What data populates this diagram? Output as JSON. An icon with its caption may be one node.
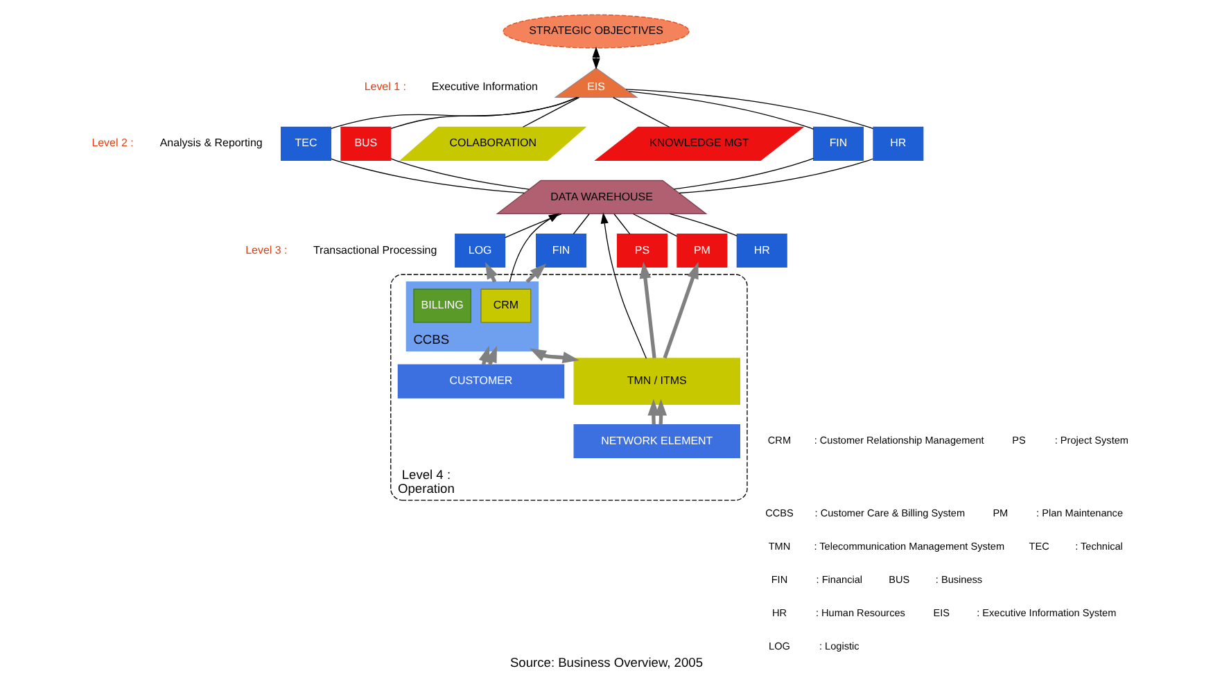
{
  "diagram": {
    "caption": "Source: Business Overview, 2005",
    "nodes": [
      {
        "text": [
          "STRATEGIC OBJECTIVES"
        ]
      },
      {
        "text": [
          "EIS"
        ]
      },
      {
        "text": [
          "FIN"
        ]
      },
      {
        "text": [
          "HR"
        ]
      },
      {
        "text": [
          "TEC"
        ]
      },
      {
        "text": [
          "BUS"
        ]
      },
      {
        "text": [
          "COLABORATION"
        ]
      },
      {
        "text": [
          "KNOWLEDGE MGT"
        ]
      },
      {
        "text": [
          "DATA WAREHOUSE"
        ]
      },
      {
        "text": [
          "FIN"
        ]
      },
      {
        "text": [
          "HR"
        ]
      },
      {
        "text": [
          "LOG"
        ]
      },
      {
        "text": [
          "PS"
        ]
      },
      {
        "text": [
          "PM"
        ]
      },
      {
        "text": [
          "Level 4 :",
          "Operation"
        ]
      },
      {
        "text": [
          "CCBS"
        ],
        "in": 14
      },
      {
        "text": [
          "CRM"
        ],
        "in": 15
      },
      {
        "text": [
          "BILLING"
        ],
        "in": 15
      },
      {
        "text": [
          "TMN / ITMS"
        ],
        "in": 14
      },
      {
        "text": [
          "CUSTOMER"
        ],
        "in": 14
      },
      {
        "text": [
          "NETWORK ELEMENT"
        ],
        "in": 14
      }
    ],
    "edges": [
      {
        "from": 0,
        "to": 1,
        "arrow": "both"
      },
      {
        "from": 1,
        "to": 2,
        "arrow": "none"
      },
      {
        "from": 1,
        "to": 3,
        "arrow": "none"
      },
      {
        "from": 1,
        "to": 4,
        "arrow": "none"
      },
      {
        "from": 1,
        "to": 5,
        "arrow": "none"
      },
      {
        "from": 1,
        "to": 6,
        "arrow": "none"
      },
      {
        "from": 1,
        "to": 7,
        "arrow": "none"
      },
      {
        "from": 2,
        "to": 8,
        "arrow": "none"
      },
      {
        "from": 3,
        "to": 8,
        "arrow": "none"
      },
      {
        "from": 4,
        "to": 8,
        "arrow": "none"
      },
      {
        "from": 5,
        "to": 8,
        "arrow": "none"
      },
      {
        "from": 8,
        "to": 9,
        "arrow": "none"
      },
      {
        "from": 8,
        "to": 10,
        "arrow": "none"
      },
      {
        "from": 8,
        "to": 11,
        "arrow": "none"
      },
      {
        "from": 8,
        "to": 12,
        "arrow": "none"
      },
      {
        "from": 8,
        "to": 13,
        "arrow": "none"
      },
      {
        "from": 15,
        "to": 8,
        "arrow": "to"
      },
      {
        "from": 18,
        "to": 8,
        "arrow": "to"
      },
      {
        "from": 15,
        "to": 9,
        "arrow": "to",
        "style": "thick",
        "color": "#808080"
      },
      {
        "from": 15,
        "to": 11,
        "arrow": "to",
        "style": "thick",
        "color": "#808080"
      },
      {
        "from": 18,
        "to": 12,
        "arrow": "to",
        "style": "thick",
        "color": "#808080"
      },
      {
        "from": 18,
        "to": 13,
        "arrow": "to",
        "style": "thick",
        "color": "#808080"
      },
      {
        "from": 15,
        "to": 18,
        "arrow": "both",
        "style": "thick",
        "color": "#808080"
      },
      {
        "from": 19,
        "to": 15,
        "arrow": "to",
        "style": "thick",
        "color": "#808080"
      },
      {
        "from": 19,
        "to": 15,
        "arrow": "to",
        "style": "thick",
        "color": "#808080"
      },
      {
        "from": 20,
        "to": 18,
        "arrow": "to",
        "style": "thick",
        "color": "#808080"
      },
      {
        "from": 20,
        "to": 18,
        "arrow": "to",
        "style": "thick",
        "color": "#808080"
      }
    ],
    "labels": [
      "Level 1 :",
      "Executive Information",
      "Level 2 :",
      "Analysis & Reporting",
      "Level 3 :",
      "Transactional Processing",
      "CRM",
      ": Customer Relationship Management",
      "PS",
      ": Project System",
      "CCBS",
      ": Customer Care & Billing System",
      "PM",
      ": Plan Maintenance",
      "TMN",
      ": Telecommunication Management System",
      "TEC",
      ": Technical",
      "FIN",
      ": Financial",
      "BUS",
      ": Business",
      "HR",
      ": Human Resources",
      "EIS",
      ": Executive Information System",
      "LOG",
      ": Logistic"
    ]
  }
}
